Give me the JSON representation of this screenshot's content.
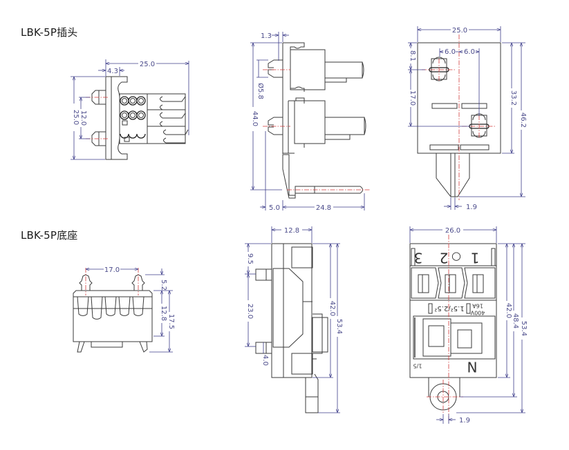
{
  "titles": {
    "plug": "LBK-5P插头",
    "base": "LBK-5P底座"
  },
  "colors": {
    "outline": "#3a3a3a",
    "dimension": "#3d3d8a",
    "centerline": "#d23a3a",
    "background": "#ffffff"
  },
  "plug": {
    "top_view": {
      "width_overall": "25.0",
      "flange_offset": "4.3",
      "height_overall": "25.0",
      "pin_spacing": "12.0"
    },
    "side_view": {
      "flange_thickness": "1.3",
      "pin_diameter": "Ø5.8",
      "height": "44.0",
      "tab_offset": "5.0",
      "length": "24.8"
    },
    "front_view": {
      "width": "25.0",
      "left_spacing": "6.0",
      "right_spacing": "6.0",
      "top_offset": "8.1",
      "pin_pitch": "17.0",
      "body_height": "33.2",
      "overall_height": "46.2",
      "tip_offset": "1.9"
    }
  },
  "base": {
    "top_view": {
      "pin_spacing": "17.0",
      "pin_height": "5.2",
      "body_height": "12.8",
      "overall_height": "17.5"
    },
    "side_view": {
      "depth": "12.8",
      "top_offset": "9.5",
      "hole_pitch": "23.0",
      "hole_width": "4.0",
      "body_height": "42.0",
      "overall_height": "53.4"
    },
    "front_view": {
      "width": "26.0",
      "body_height": "42.0",
      "mount_height": "48.4",
      "overall_height": "53.4",
      "tip_offset": "1.9",
      "markings": {
        "terminal_1": "1",
        "terminal_2": "2",
        "terminal_3": "3",
        "ground": "○",
        "rating_voltage": "400V",
        "rating_current": "16A",
        "wire_size": "1.5²/2.5²",
        "neutral": "N",
        "model_code": "1/5"
      }
    }
  }
}
